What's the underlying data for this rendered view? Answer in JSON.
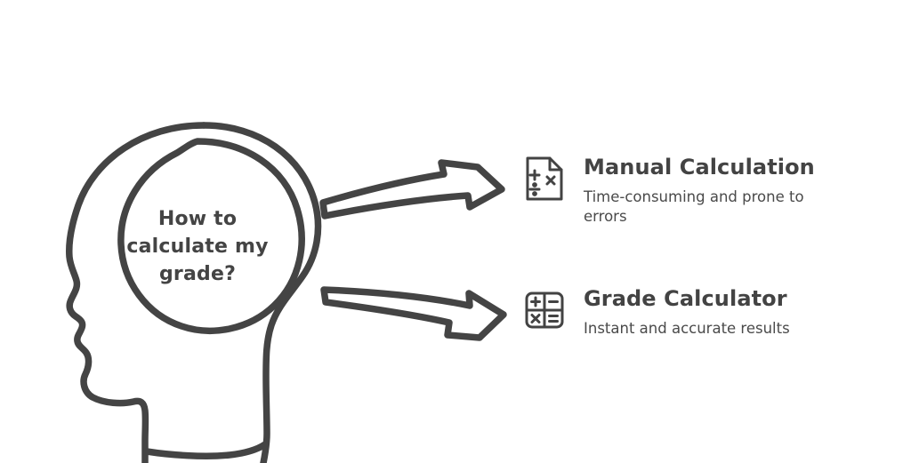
{
  "diagram": {
    "type": "concept-flow",
    "background_color": "#ffffff",
    "stroke_color": "#444444",
    "text_color": "#434343",
    "source": {
      "name": "head-brain-question",
      "icon": "head-profile-icon",
      "question_lines": [
        "How to",
        "calculate my",
        "grade?"
      ]
    },
    "connectors": [
      {
        "name": "arrow-to-manual",
        "icon": "arrow-right-icon",
        "from": "head-brain-question",
        "to": "Manual Calculation"
      },
      {
        "name": "arrow-to-calculator",
        "icon": "arrow-right-icon",
        "from": "head-brain-question",
        "to": "Grade Calculator"
      }
    ],
    "options": [
      {
        "id": "manual",
        "icon": "document-math-icon",
        "icon_symbols": [
          "+",
          "×",
          "÷"
        ],
        "title": "Manual Calculation",
        "description": "Time-consuming and prone to errors"
      },
      {
        "id": "calculator",
        "icon": "calculator-icon",
        "icon_symbols": [
          "+",
          "−",
          "×",
          "="
        ],
        "title": "Grade Calculator",
        "description": "Instant and accurate results"
      }
    ]
  }
}
